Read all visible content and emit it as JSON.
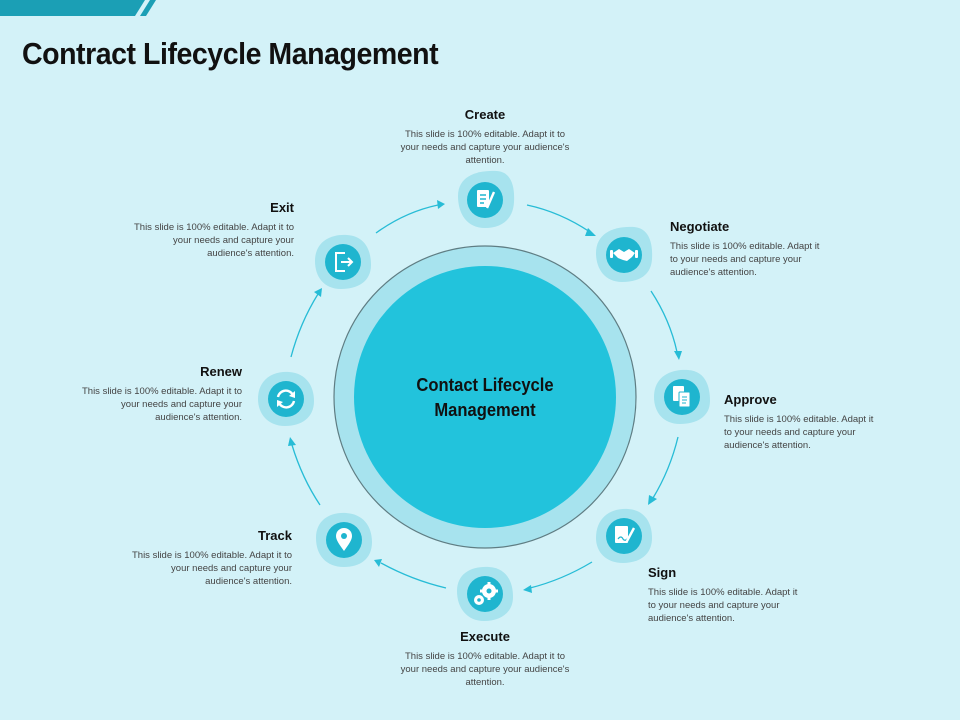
{
  "slide": {
    "title": "Contract Lifecycle Management",
    "center_label": "Contact Lifecycle Management"
  },
  "colors": {
    "background": "#d3f2f8",
    "accent": "#1fb5cf",
    "accent_light": "#a7e3ee",
    "corner_bar": "#1b9fb5"
  },
  "stages": [
    {
      "id": "create",
      "label": "Create",
      "description": "This slide is 100% editable. Adapt it to your needs and capture your audience's attention.",
      "icon": "document-pen-icon"
    },
    {
      "id": "negotiate",
      "label": "Negotiate",
      "description": "This slide is 100% editable. Adapt it to your needs and capture your audience's attention.",
      "icon": "handshake-icon"
    },
    {
      "id": "approve",
      "label": "Approve",
      "description": "This slide is 100% editable. Adapt it to your needs and capture your audience's attention.",
      "icon": "documents-icon"
    },
    {
      "id": "sign",
      "label": "Sign",
      "description": "This slide is 100% editable. Adapt it to your needs and capture your audience's attention.",
      "icon": "signature-icon"
    },
    {
      "id": "execute",
      "label": "Execute",
      "description": "This slide is 100% editable. Adapt it to your needs and capture your audience's attention.",
      "icon": "gears-icon"
    },
    {
      "id": "track",
      "label": "Track",
      "description": "This slide is 100% editable. Adapt it to your needs and capture your audience's attention.",
      "icon": "location-pin-icon"
    },
    {
      "id": "renew",
      "label": "Renew",
      "description": "This slide is 100% editable. Adapt it to your needs and capture your audience's attention.",
      "icon": "refresh-icon"
    },
    {
      "id": "exit",
      "label": "Exit",
      "description": "This slide is 100% editable. Adapt it to your needs and capture your audience's attention.",
      "icon": "exit-icon"
    }
  ]
}
